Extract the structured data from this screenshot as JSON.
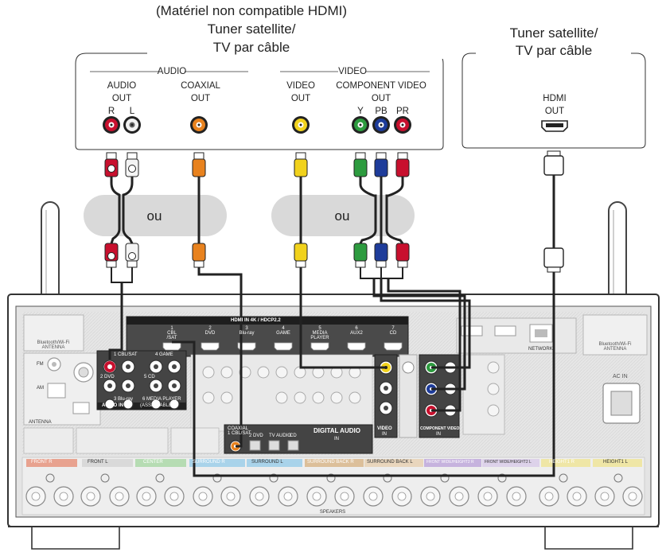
{
  "titles": {
    "left_line1": "(Matériel non compatible HDMI)",
    "left_line2": "Tuner satellite/",
    "left_line3": "TV par câble",
    "right_line1": "Tuner satellite/",
    "right_line2": "TV par câble"
  },
  "source_box": {
    "audio_group": "AUDIO",
    "video_group": "VIDEO",
    "audio_out_1": "AUDIO",
    "audio_out_2": "OUT",
    "r": "R",
    "l": "L",
    "coaxial_1": "COAXIAL",
    "coaxial_2": "OUT",
    "video_out_1": "VIDEO",
    "video_out_2": "OUT",
    "component_1": "COMPONENT VIDEO",
    "component_2": "OUT",
    "y": "Y",
    "pb": "PB",
    "pr": "PR"
  },
  "hdmi_box": {
    "hdmi_1": "HDMI",
    "hdmi_2": "OUT"
  },
  "or_label": "ou",
  "receiver": {
    "hdmi_in_header": "HDMI  IN  4K / HDCP2.2",
    "hdmi_inputs": [
      "1\nCBL\n/SAT",
      "2\nDVD",
      "3\nBlu-ray",
      "4\nGAME",
      "5\nMEDIA\nPLAYER",
      "6\nAUX2",
      "7\nCD"
    ],
    "audio_in": "AUDIO  IN",
    "audio_assignable": "(ASSIGNABLE)",
    "cbl_sat": "1 CBL/SAT",
    "game": "4 GAME",
    "dvd": "2 DVD",
    "cd": "5 CD",
    "bluray": "3 Blu-ray",
    "media_player": "6 MEDIA PLAYER",
    "digital_audio": "DIGITAL AUDIO",
    "digital_in": "IN",
    "coaxial_cbl": "COAXIAL\n1 CBL/SAT",
    "optical_dvd": "2 DVD",
    "optical_tv": "TV AUDIO",
    "optical_cd": "CD",
    "video_in": "VIDEO",
    "video_in_sub": "IN",
    "component_video": "COMPONENT VIDEO",
    "component_in": "IN",
    "bluetooth": "Bluetooth/Wi-Fi\nANTENNA",
    "antenna": "ANTENNA",
    "fm": "FM",
    "am": "AM",
    "network": "NETWORK",
    "ac_in": "AC IN",
    "speakers": "SPEAKERS",
    "speaker_labels": [
      "FRONT R",
      "FRONT L",
      "CENTER",
      "SURROUND R",
      "SURROUND L",
      "SURROUND BACK R",
      "SURROUND BACK L",
      "FRONT WIDE/HEIGHT2 R",
      "FRONT WIDE/HEIGHT2 L",
      "HEIGHT1 R",
      "HEIGHT1 L"
    ],
    "speaker_colors": [
      "#e8a28f",
      "#d9d9d9",
      "#b6dcb3",
      "#a9d3ea",
      "#a9d3ea",
      "#dcbf9a",
      "#dcbf9a",
      "#c6b3de",
      "#c6b3de",
      "#efe6a6",
      "#efe6a6"
    ]
  },
  "colors": {
    "red": "#c8102e",
    "white": "#f2f2f2",
    "orange": "#e8821e",
    "yellow": "#f1d21c",
    "green": "#2d9b3f",
    "blue": "#1e3c9a",
    "panel": "#e3e3e3",
    "bubble": "#d9d9d9"
  }
}
